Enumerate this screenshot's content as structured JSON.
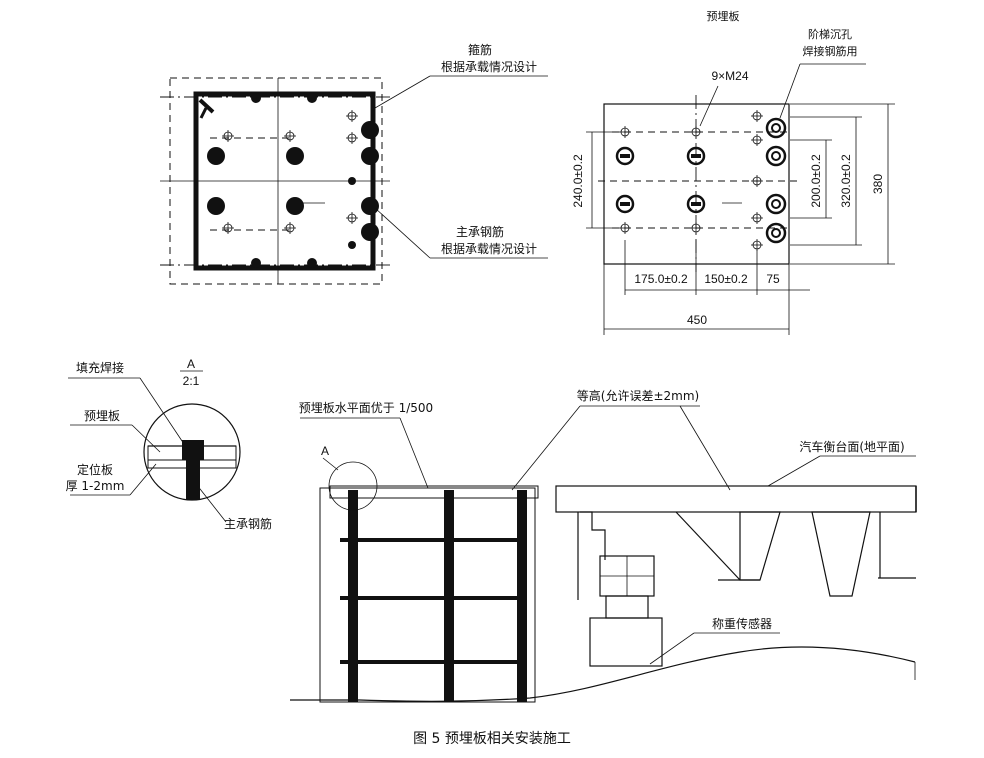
{
  "labels": {
    "stirrup": "箍筋",
    "design_per_load_1": "根据承载情况设计",
    "main_rebar": "主承钢筋",
    "design_per_load_2": "根据承载情况设计",
    "plate_top": "预埋板",
    "step_hole_1": "阶梯沉孔",
    "step_hole_2": "焊接钢筋用",
    "bolts": "9×M24",
    "dim_240": "240.0±0.2",
    "dim_200": "200.0±0.2",
    "dim_320": "320.0±0.2",
    "dim_380": "380",
    "dim_175": "175.0±0.2",
    "dim_150": "150±0.2",
    "dim_75": "75",
    "dim_450": "450",
    "fill_weld": "填充焊接",
    "detail_letter": "A",
    "detail_scale": "2:1",
    "plate_detail": "预埋板",
    "locating_plate": "定位板",
    "locating_thickness": "厚 1-2mm",
    "main_rebar_detail": "主承钢筋",
    "flatness": "预埋板水平面优于 1/500",
    "detail_marker": "A",
    "equal_height": "等高(允许误差±2mm)",
    "platform": "汽车衡台面(地平面)",
    "load_cell": "称重传感器"
  },
  "caption": "图 5   预埋板相关安装施工"
}
